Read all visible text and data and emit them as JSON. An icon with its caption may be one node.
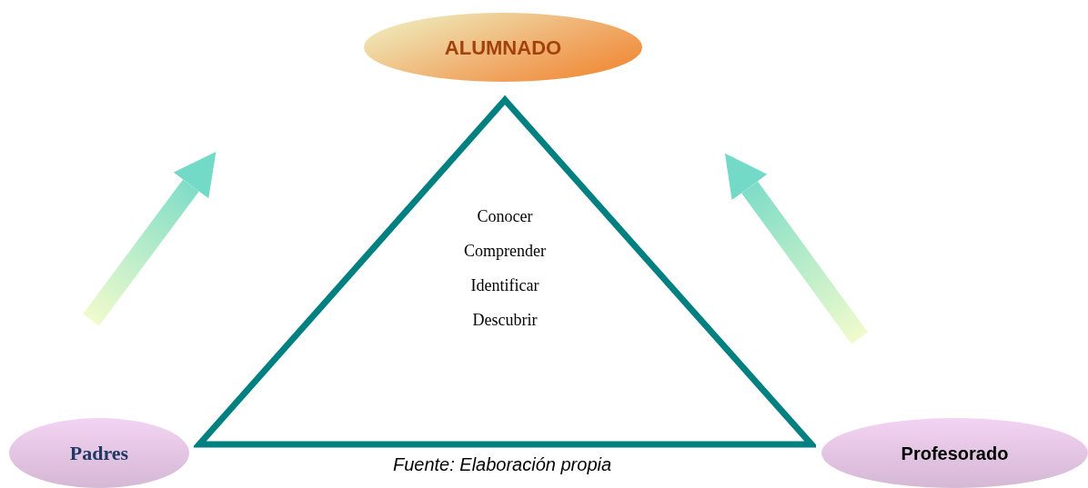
{
  "diagram": {
    "caption": "Fuente: Elaboración propia",
    "nodes": [
      {
        "text": [
          "ALUMNADO"
        ]
      },
      {
        "text": [
          "Conocer",
          "Comprender",
          "Identificar",
          "Descubrir"
        ]
      },
      {
        "text": [
          "Padres"
        ]
      },
      {
        "text": [
          "Profesorado"
        ]
      }
    ]
  }
}
